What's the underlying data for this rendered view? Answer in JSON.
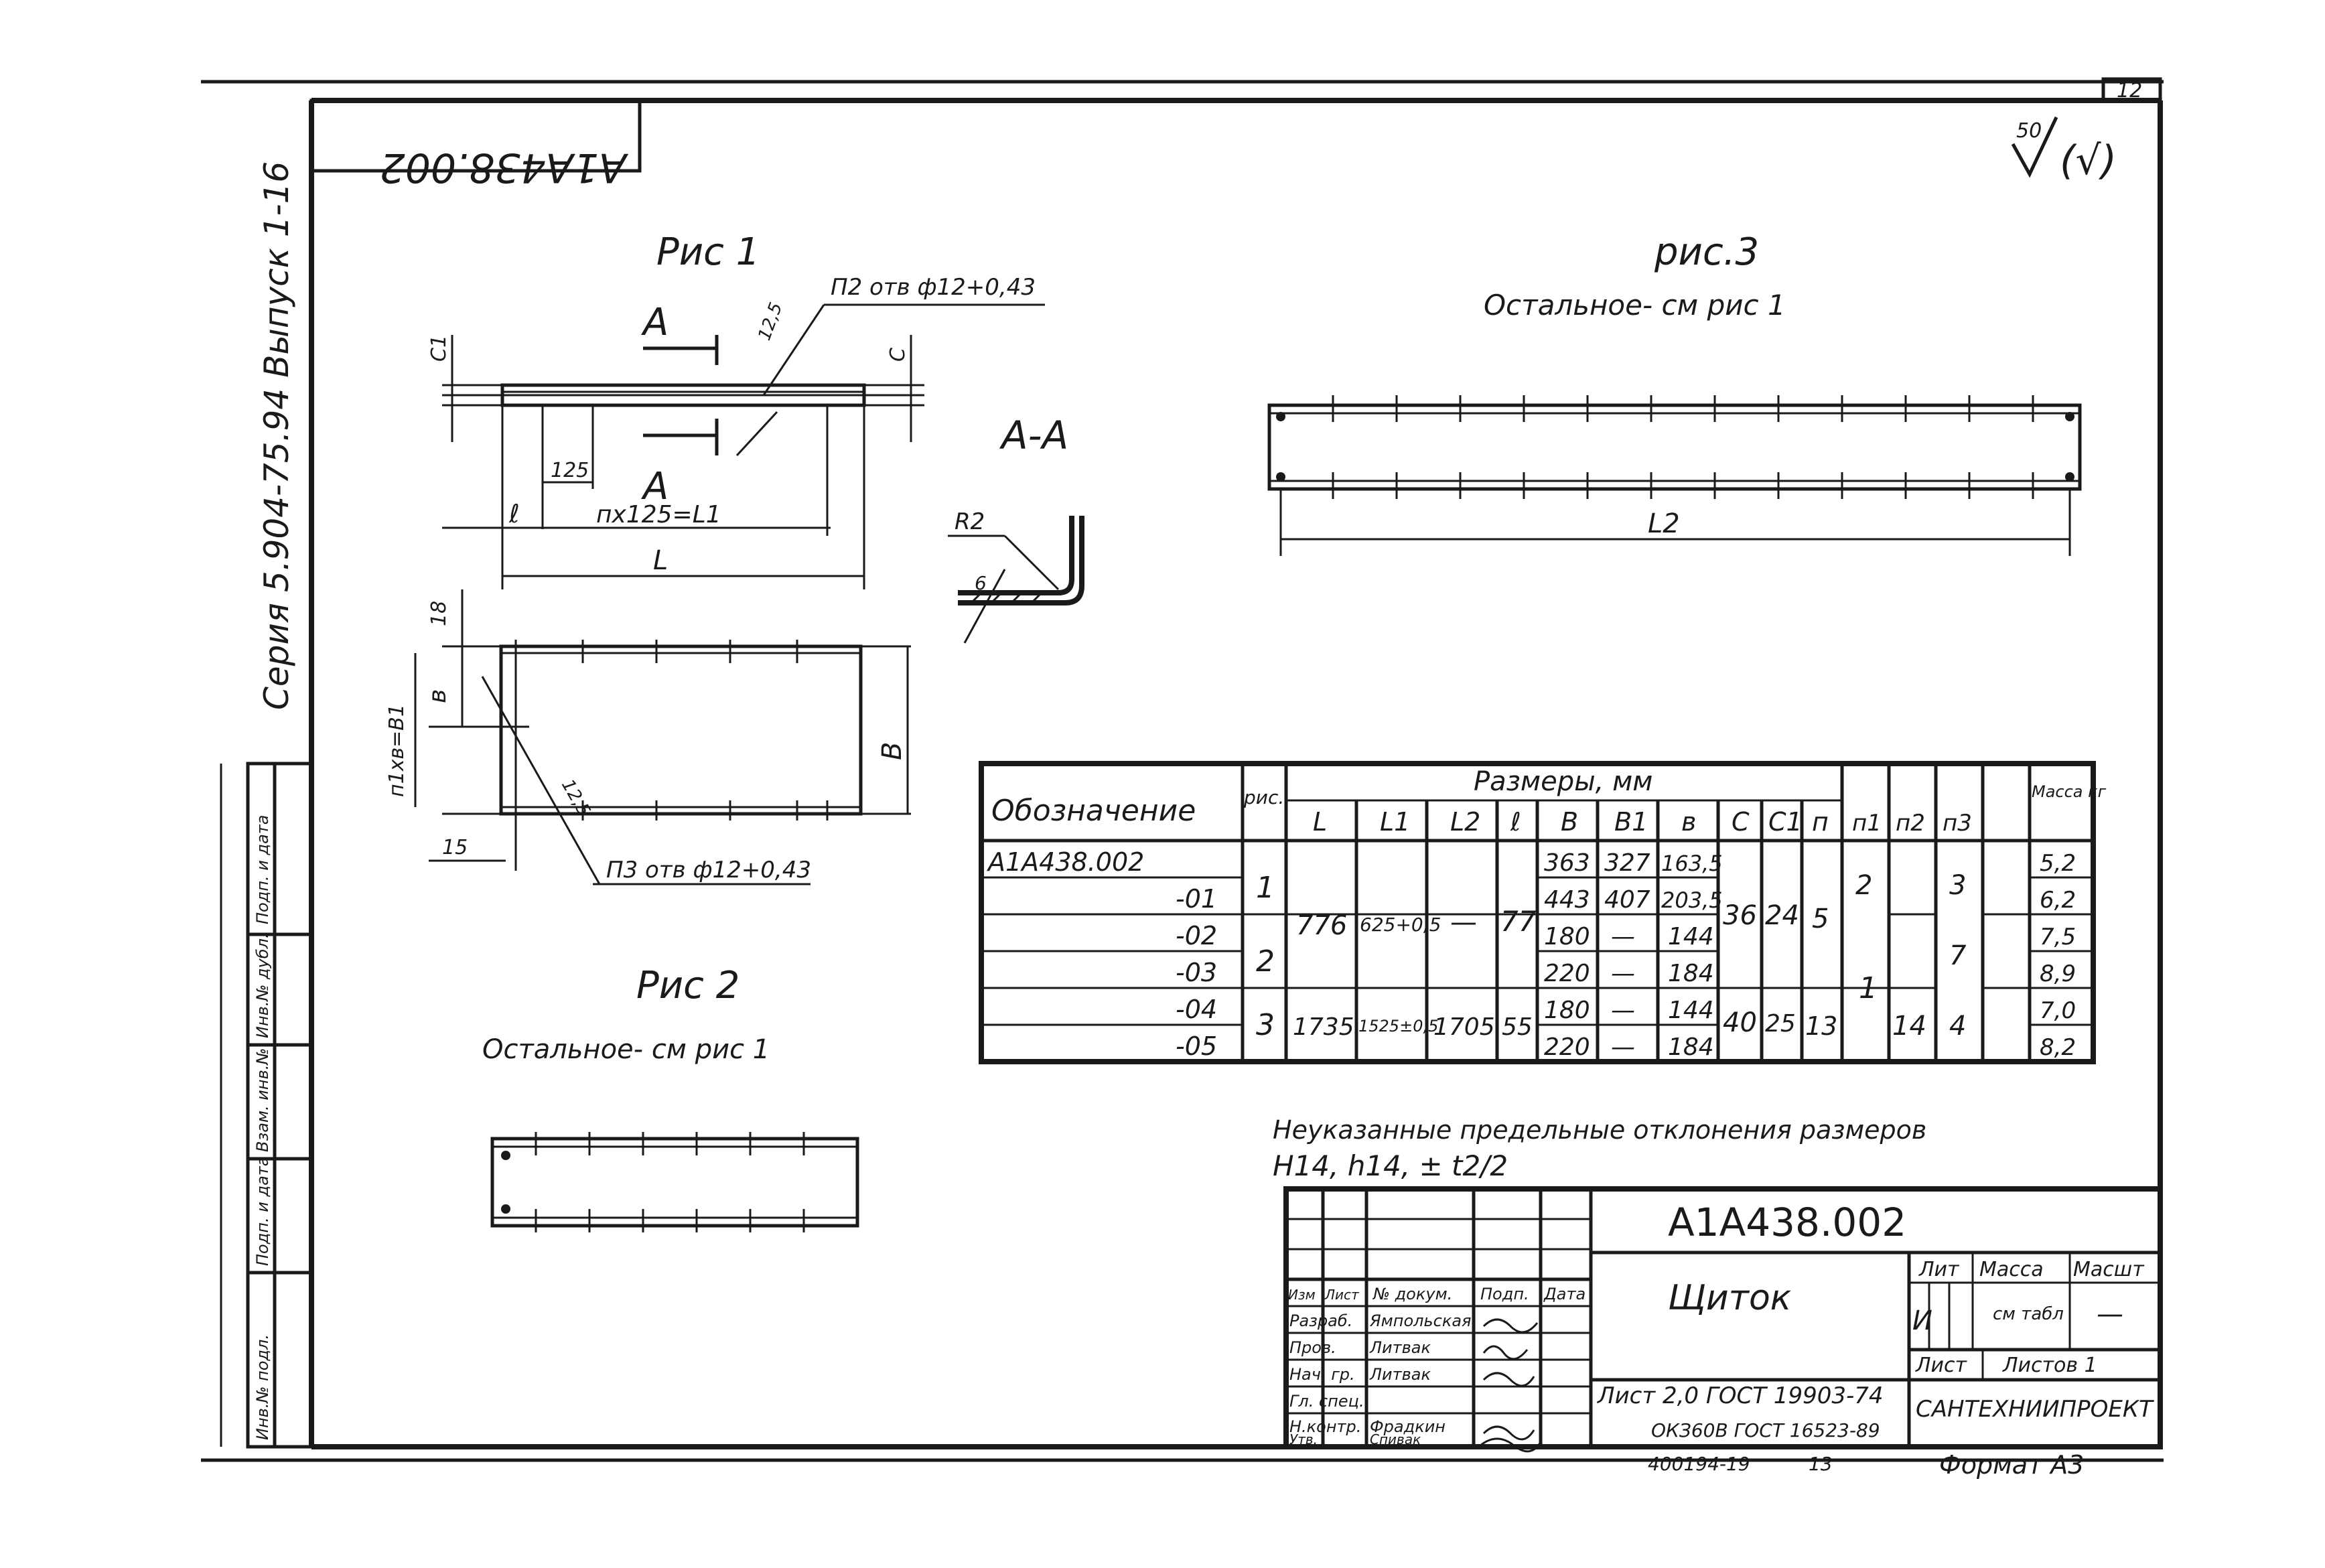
{
  "sheet": {
    "sheet_no": "12",
    "doc_code_rotated": "А1А438.002",
    "series_text": "Серия 5.904-75.94 Выпуск 1-16",
    "roughness": "50",
    "roughness_paren": "(√)",
    "side_stamp": [
      "Инв.№ подл.",
      "Подп. и дата",
      "Взам. инв.№",
      "Инв.№ дубл.",
      "Подп. и дата"
    ]
  },
  "fig1": {
    "title": "Рис 1",
    "holes_top": "П2 отв ф12+0,43",
    "holes_bottom": "П3 отв ф12+0,43",
    "roughness": "12,5",
    "roughness2": "12,5",
    "section_mark": "А",
    "dim_125": "125",
    "dim_nx125": "пх125=L1",
    "dim_l": "ℓ",
    "dim_L": "L",
    "dim_C1": "С1",
    "dim_C": "С",
    "dim_18": "18",
    "dim_b": "в",
    "dim_B": "В",
    "dim_n1b": "п1хв=В1",
    "dim_15": "15"
  },
  "section": {
    "title": "А-А",
    "radius": "R2",
    "angle_mark": "6"
  },
  "fig2": {
    "title": "Рис 2",
    "note": "Остальное- см рис 1"
  },
  "fig3": {
    "title": "рис.3",
    "note": "Остальное- см рис 1",
    "dim_L2": "L2"
  },
  "table": {
    "col_designation": "Обозначение",
    "col_fig": "рис.",
    "col_sizes": "Размеры, мм",
    "col_mass": "Масса кг",
    "sub_headers": [
      "L",
      "L1",
      "L2",
      "ℓ",
      "В",
      "В1",
      "в",
      "С",
      "С1",
      "п",
      "п1",
      "п2",
      "п3"
    ],
    "designations": [
      "А1А438.002",
      "-01",
      "-02",
      "-03",
      "-04",
      "-05"
    ],
    "fig_values": [
      "1",
      "2",
      "3"
    ],
    "L_values": [
      "776",
      "1735"
    ],
    "L1_values": [
      "625+0,5",
      "1525±0,5"
    ],
    "L2_values": [
      "—",
      "1705"
    ],
    "l_values": [
      "77",
      "55"
    ],
    "B_values": [
      "363",
      "443",
      "180",
      "220",
      "180",
      "220"
    ],
    "B1_values": [
      "327",
      "407",
      "—",
      "—",
      "—",
      "—"
    ],
    "b_values": [
      "163,5",
      "203,5",
      "144",
      "184",
      "144",
      "184"
    ],
    "C_values": [
      "36",
      "40"
    ],
    "C1_values": [
      "24",
      "25"
    ],
    "n_values": [
      "5",
      "13"
    ],
    "n1_values": [
      "2",
      "1"
    ],
    "n2_values": [
      "14"
    ],
    "n3_values": [
      "3",
      "7",
      "4"
    ],
    "mass_values": [
      "5,2",
      "6,2",
      "7,5",
      "8,9",
      "7,0",
      "8,2"
    ]
  },
  "note": {
    "line1": "Неуказанные предельные отклонения размеров",
    "line2": "Н14, h14, ± t2/2"
  },
  "title_block": {
    "doc_code": "А1А438.002",
    "name": "Щиток",
    "lit_label": "Лит",
    "mass_label": "Масса",
    "scale_label": "Масшт",
    "lit_value": "И",
    "mass_value": "см табл",
    "scale_value": "—",
    "sheet_label": "Лист",
    "sheets_label": "Листов 1",
    "org": "САНТЕХНИИПРОЕКТ",
    "material_1": "Лист 2,0 ГОСТ 19903-74",
    "material_2": "ОКЗ60В ГОСТ 16523-89",
    "header_cols": [
      "Изм",
      "Лист",
      "№ докум.",
      "Подп.",
      "Дата"
    ],
    "signers": [
      {
        "role": "Разраб.",
        "name": "Ямпольская"
      },
      {
        "role": "Пров.",
        "name": "Литвак"
      },
      {
        "role": "Нач. гр.",
        "name": "Литвак"
      },
      {
        "role": "Гл. спец.",
        "name": ""
      },
      {
        "role": "Н.контр.",
        "name": "Фрадкин"
      },
      {
        "role": "Утв.",
        "name": "Спивак"
      }
    ],
    "footer_code": "400194-19",
    "footer_num": "13",
    "format": "Формат А3"
  }
}
